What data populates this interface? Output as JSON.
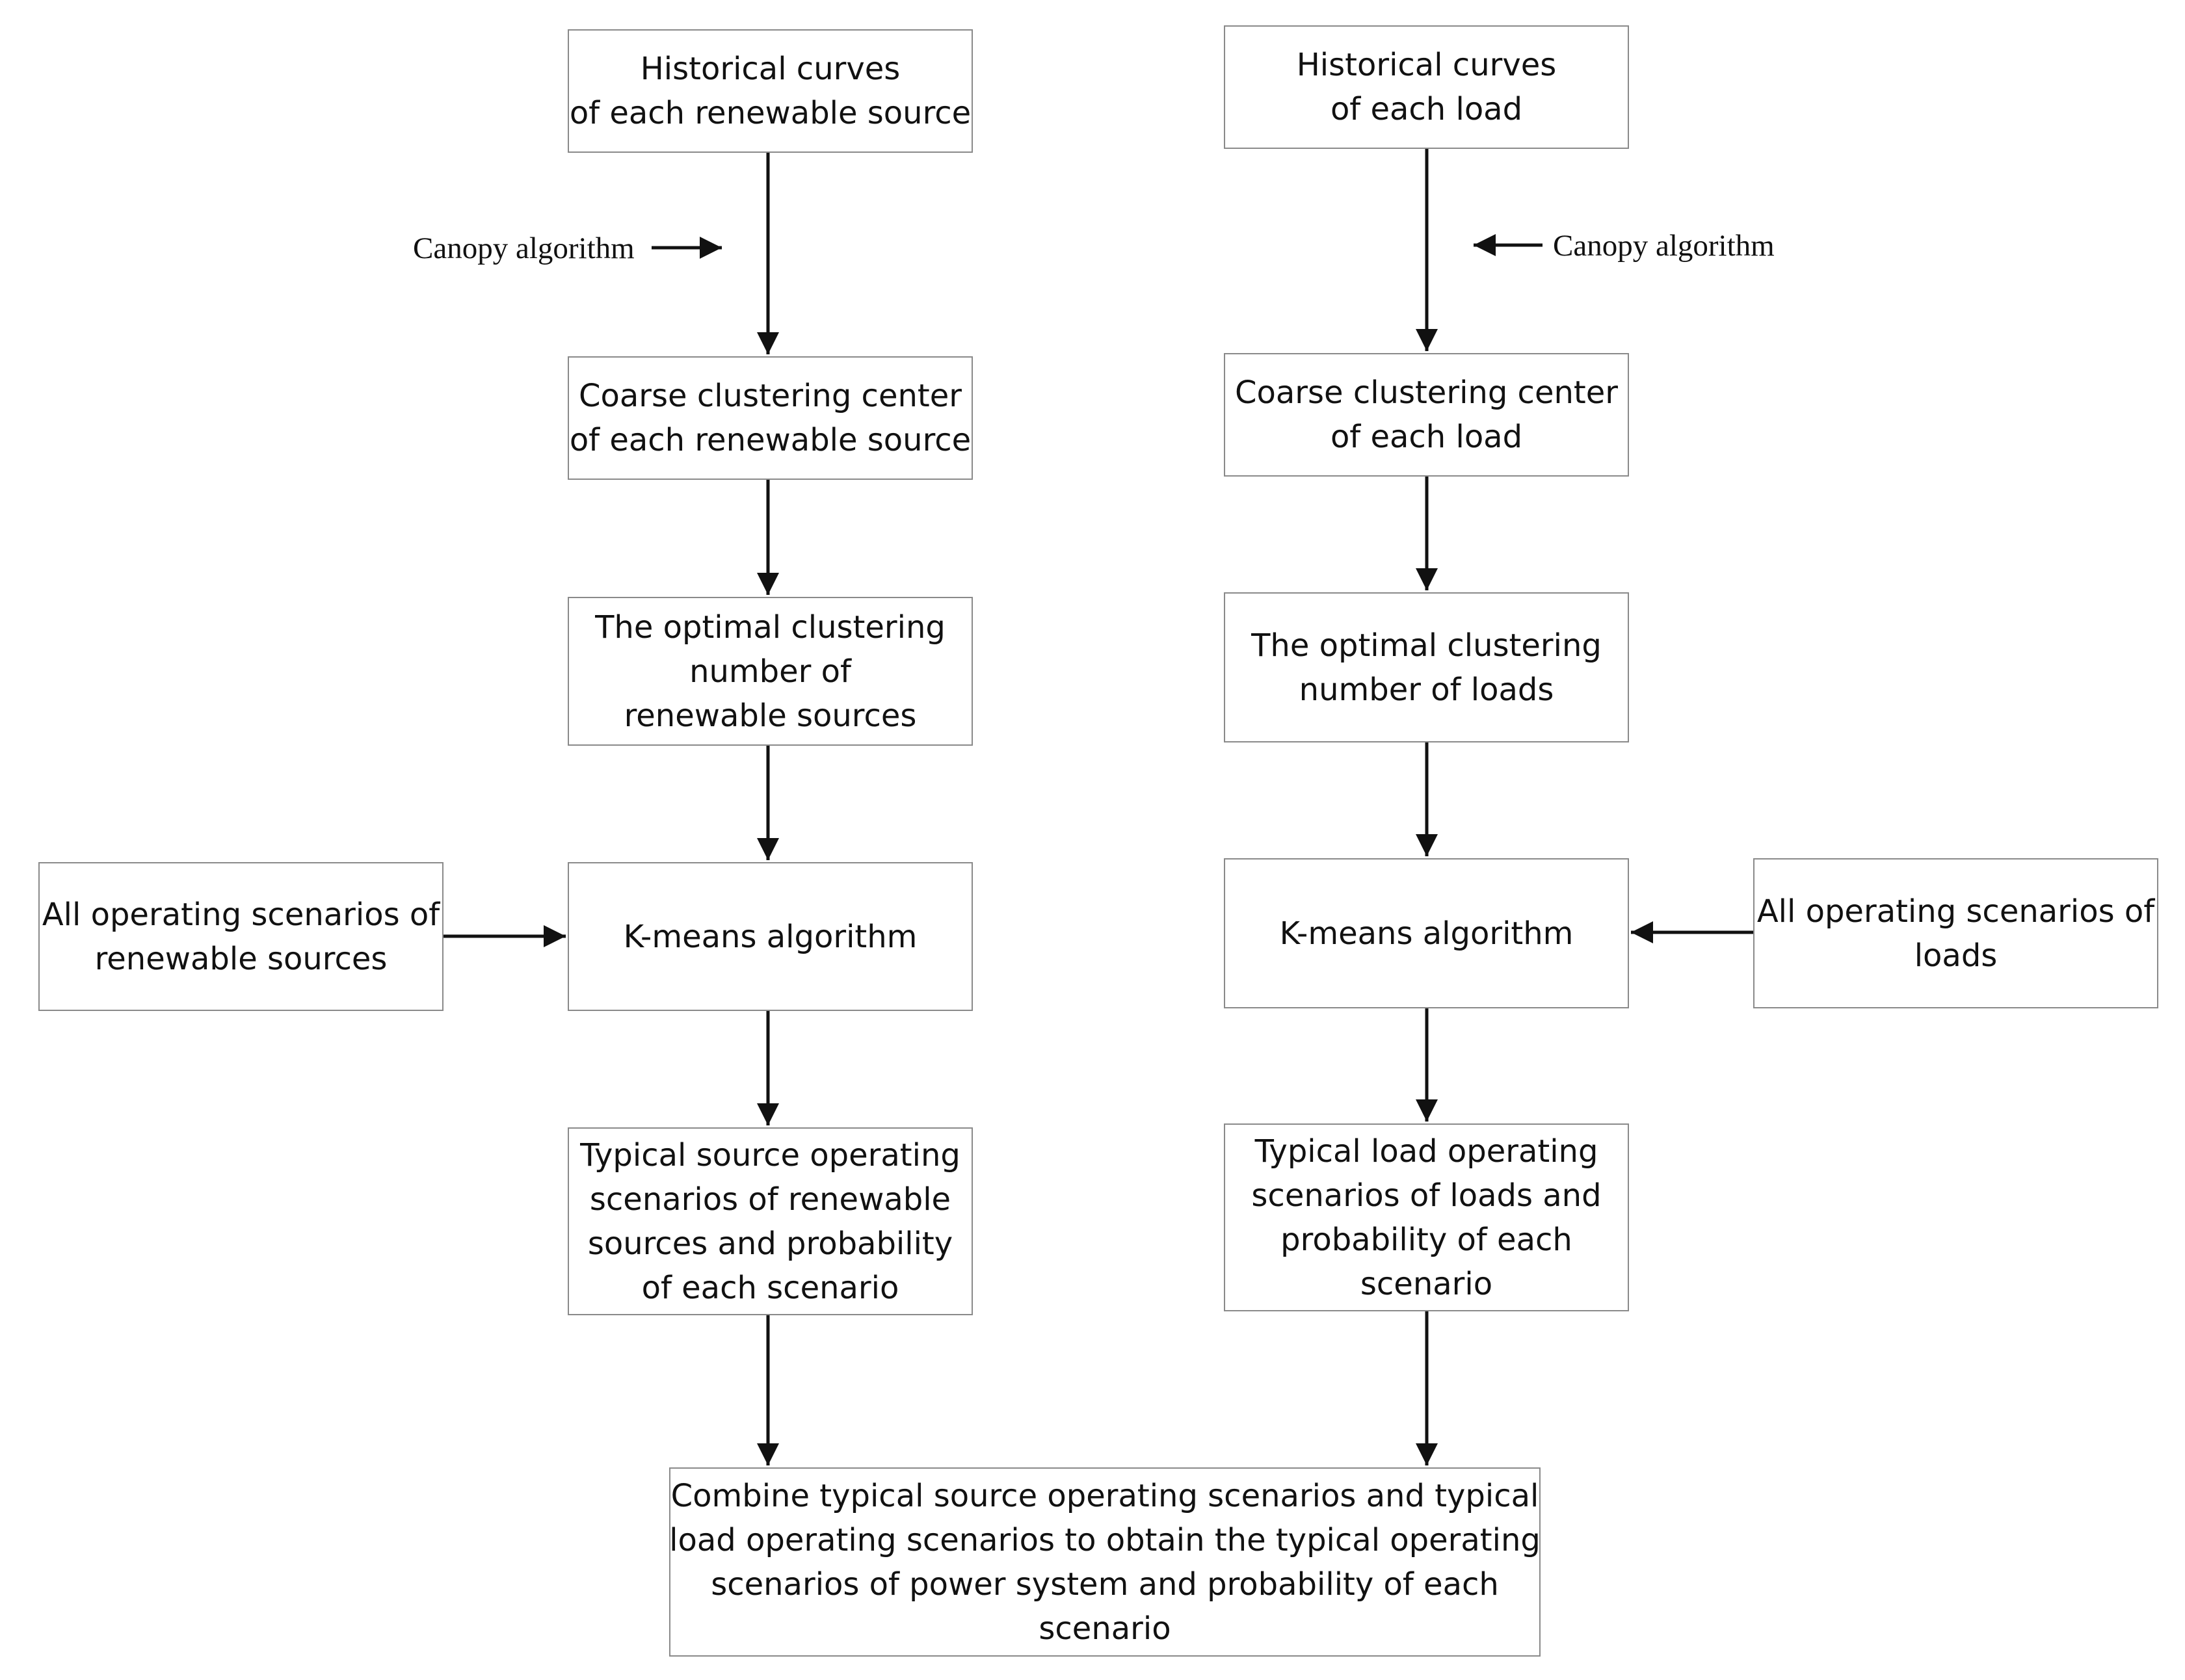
{
  "boxes": {
    "hist_renewable": [
      "Historical curves",
      "of each renewable source"
    ],
    "coarse_renewable": [
      "Coarse clustering center",
      "of each renewable source"
    ],
    "optimal_renewable": [
      "The optimal clustering",
      "number of",
      "renewable sources"
    ],
    "kmeans_renewable": [
      "K-means algorithm"
    ],
    "all_renewable": [
      "All operating scenarios of",
      "renewable sources"
    ],
    "typical_renewable": [
      "Typical source operating",
      "scenarios of renewable",
      "sources and probability",
      "of each scenario"
    ],
    "hist_load": [
      "Historical curves",
      "of each load"
    ],
    "coarse_load": [
      "Coarse clustering center",
      "of each load"
    ],
    "optimal_load": [
      "The optimal clustering",
      "number of loads"
    ],
    "kmeans_load": [
      "K-means algorithm"
    ],
    "all_load": [
      "All operating scenarios of",
      "loads"
    ],
    "typical_load": [
      "Typical load operating",
      "scenarios of loads and",
      "probability of each",
      "scenario"
    ],
    "combine": [
      "Combine typical source operating scenarios and typical",
      "load operating scenarios to obtain the typical operating",
      "scenarios of power system and probability of each",
      "scenario"
    ]
  },
  "notes": {
    "canopy_left": "Canopy algorithm",
    "canopy_right": "Canopy algorithm"
  }
}
